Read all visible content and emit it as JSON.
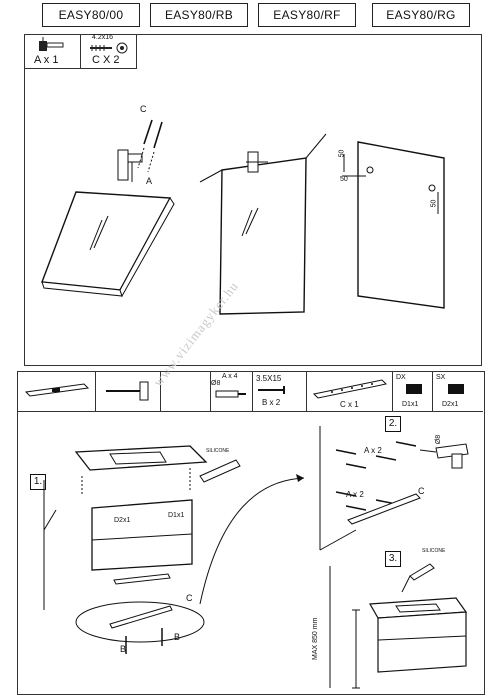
{
  "models": [
    "EASY80/00",
    "EASY80/RB",
    "EASY80/RF",
    "EASY80/RG"
  ],
  "top_parts": {
    "a_label": "A x 1",
    "c_label": "C X 2",
    "c_spec": "4.2x16"
  },
  "top_diagram": {
    "callout_c": "C",
    "callout_a": "A",
    "dim_50_top": "50",
    "dim_50_left": "50",
    "dim_50_bottom": "50"
  },
  "bottom_parts": {
    "a_qty": "A x 4",
    "a_spec": "Ø8",
    "b_spec": "3.5X15",
    "b_qty": "B x 2",
    "c_qty": "C x 1",
    "dx": "DX",
    "sx": "SX",
    "d1": "D1x1",
    "d2": "D2x1"
  },
  "steps": {
    "step1": "1.",
    "step2": "2.",
    "step3": "3.",
    "silicone": "SILICONE",
    "silicone2": "SILICONE",
    "d2x1": "D2x1",
    "d1x1": "D1x1",
    "c1": "C",
    "c2": "C",
    "b1": "B",
    "b2": "B",
    "ax2_top": "A x 2",
    "ax2_bottom": "A x 2",
    "dia8": "Ø8",
    "max_height": "MAX 850 mm"
  },
  "watermark": "www.vizimagyker.hu"
}
